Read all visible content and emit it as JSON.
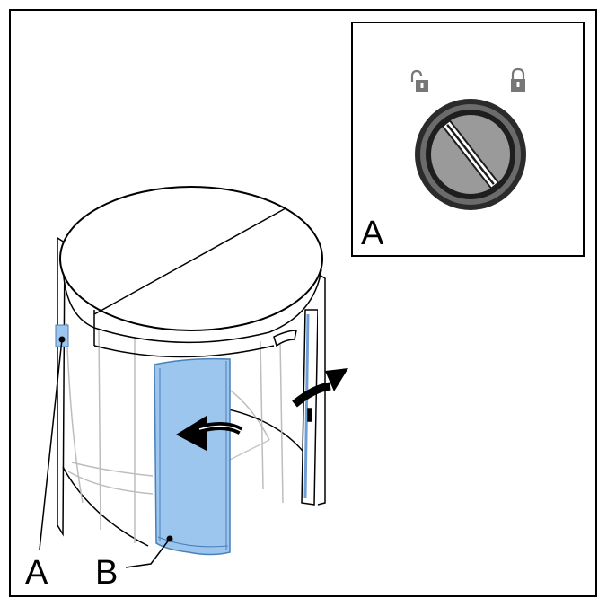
{
  "labels": {
    "inset_key": "A",
    "key_switch": "A",
    "door_wing": "B"
  },
  "colors": {
    "highlight": "#9cc6ee",
    "highlight_stroke": "#4a7fb8",
    "line": "#000000",
    "canopy": "#ffffff",
    "glass_frame": "#cfcfcf",
    "switch_ring": "#2b2b2b",
    "switch_face": "#9a9a9a",
    "lock_icon": "#777777"
  },
  "icons": {
    "unlocked": "unlocked-padlock-icon",
    "locked": "locked-padlock-icon",
    "rotation_arrow": "curved-arrow-left-icon",
    "opening_arrow": "curved-arrow-right-icon"
  }
}
